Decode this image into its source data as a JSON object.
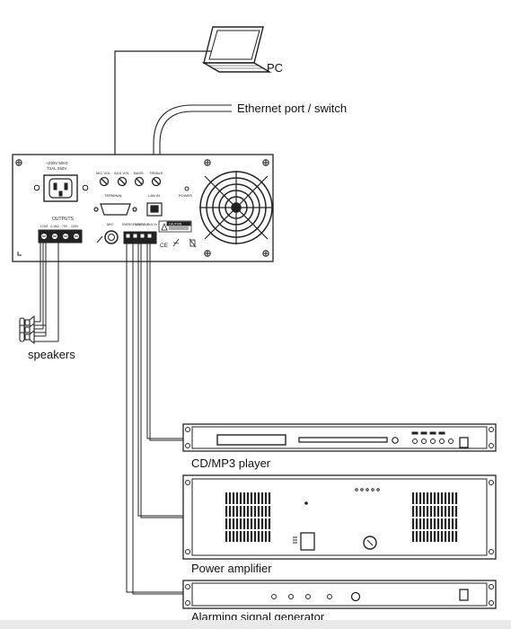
{
  "labels": {
    "pc": "PC",
    "ethernet": "Ethernet port / switch",
    "speakers": "speakers",
    "cd_player": "CD/MP3 player",
    "power_amp": "Power amplifier",
    "alarm": "Alarming signal generator"
  },
  "panel": {
    "voltage": "~230V 50Hz",
    "fuse": "T2AL 250V",
    "mic_vol": "MIC VOL",
    "aux_vol": "AUX VOL",
    "bass": "BASS",
    "treble": "TREBLE",
    "terminal": "TERMINAL",
    "lan_in": "LAN IN",
    "power": "POWER",
    "outputs": "OUTPUTS",
    "com": "COM",
    "ohm": "4-16Ω",
    "v70": "70V",
    "v100": "100V",
    "mic": "MIC",
    "emergency_in": "EMERGENCY IN",
    "line_out": "LINE OUT",
    "aux_in": "AUX IN",
    "caution": "CAUTION",
    "ce": "CE"
  }
}
